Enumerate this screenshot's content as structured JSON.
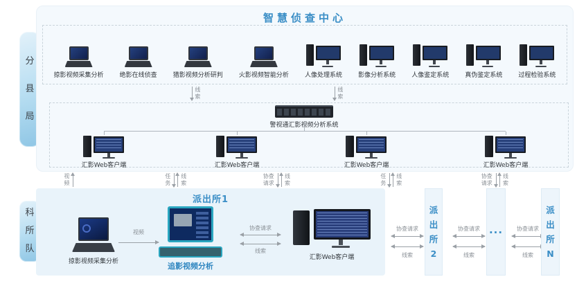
{
  "colors": {
    "accent_blue": "#3a8ec6",
    "teal_highlight": "#2aa6c0",
    "top_panel_bg": "#f4f9fd",
    "station_panel_bg": "#e9f3fa",
    "tab_gradient_start": "#e2f1fa",
    "tab_gradient_end": "#8fc6e5",
    "label_gray": "#8b9197"
  },
  "header": {
    "title": "智慧侦查中心"
  },
  "left_tabs": {
    "bureau": "分县局",
    "team": "科所队"
  },
  "center": {
    "devices": [
      {
        "label": "掠影视频采集分析"
      },
      {
        "label": "绝影在线侦查"
      },
      {
        "label": "猎影视频分析研判"
      },
      {
        "label": "火影视频智能分析"
      },
      {
        "label": "人像处理系统"
      },
      {
        "label": "影像分析系统"
      },
      {
        "label": "人像鉴定系统"
      },
      {
        "label": "真伪鉴定系统"
      },
      {
        "label": "过程检验系统"
      }
    ],
    "clue_links": [
      {
        "label": "线索"
      },
      {
        "label": "线索"
      }
    ],
    "server": {
      "label": "警视通汇影视频分析系统"
    },
    "clients": [
      {
        "label": "汇影Web客户端"
      },
      {
        "label": "汇影Web客户端"
      },
      {
        "label": "汇影Web客户端"
      },
      {
        "label": "汇影Web客户端"
      }
    ]
  },
  "flows": [
    {
      "a": "视频"
    },
    {
      "a": "任务",
      "b": "线索"
    },
    {
      "a": "协查请求",
      "b": "线索"
    },
    {
      "a": "任务",
      "b": "线索"
    },
    {
      "a": "协查请求",
      "b": "线索"
    }
  ],
  "station1": {
    "title": "派出所1",
    "collector_label": "掠影视频采集分析",
    "video_label": "视频",
    "analyzer_label": "追影视频分析",
    "request_label": "协查请求",
    "clue_label": "线索",
    "client_label": "汇影Web客户端"
  },
  "station_links": [
    {
      "top": "协查请求",
      "bottom": "线索"
    },
    {
      "top": "协查请求",
      "bottom": "线索"
    },
    {
      "top": "协查请求",
      "bottom": "线索"
    }
  ],
  "stations": [
    {
      "label": "派出所2"
    },
    {
      "label": "..."
    },
    {
      "label": "派出所N"
    }
  ]
}
